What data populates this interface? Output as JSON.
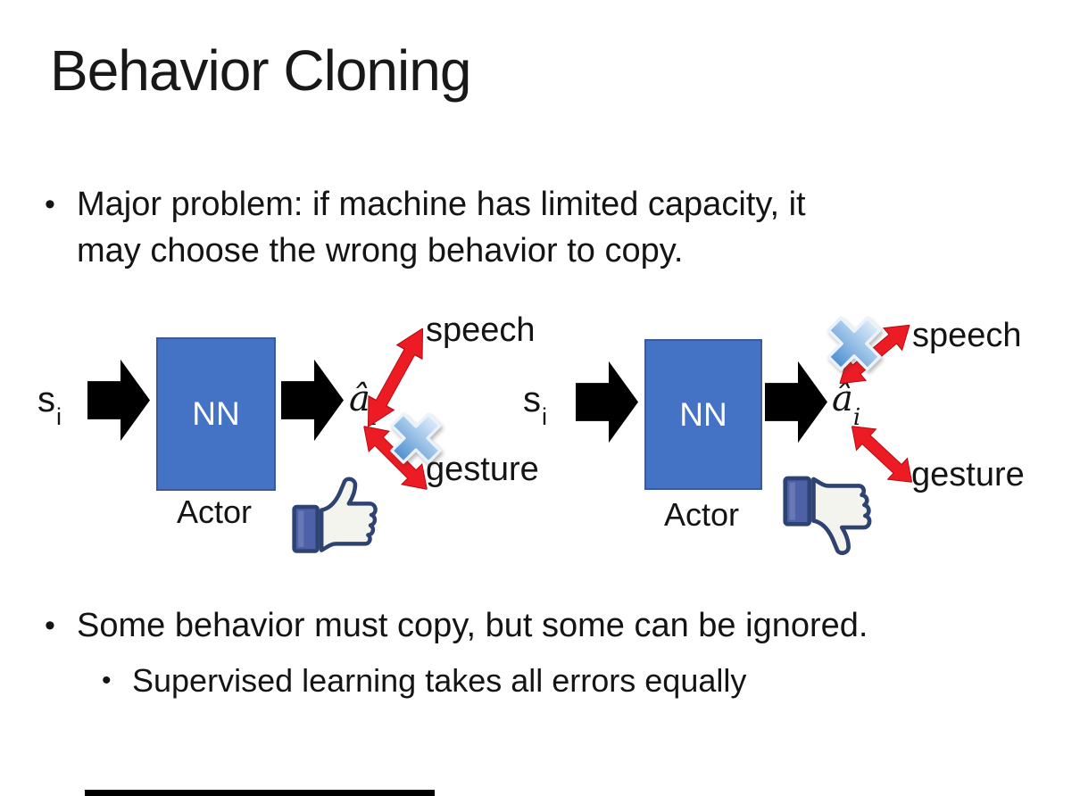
{
  "slide": {
    "title": "Behavior Cloning",
    "bullet_marker": "•",
    "bullet1": "Major problem: if machine has limited capacity, it\nmay choose the wrong behavior to copy.",
    "bullet2": "Some behavior must copy, but some can be ignored.",
    "sub_bullet": "Supervised learning takes all errors equally",
    "diagrams": {
      "left": {
        "input_base": "s",
        "input_sub": "i",
        "nn_label": "NN",
        "actor_label": "Actor",
        "output_base": "â",
        "output_sub": "i",
        "speech_label": "speech",
        "gesture_label": "gesture",
        "crossed_out": "gesture",
        "feedback_icon": "thumbs-up"
      },
      "right": {
        "input_base": "s",
        "input_sub": "i",
        "nn_label": "NN",
        "actor_label": "Actor",
        "output_base": "â",
        "output_sub": "i",
        "speech_label": "speech",
        "gesture_label": "gesture",
        "crossed_out": "speech",
        "feedback_icon": "thumbs-down"
      }
    },
    "colors": {
      "background": "#FFFFFF",
      "text": "#141414",
      "nn_box_fill": "#4472C4",
      "nn_box_border": "#3A5A9B",
      "nn_text": "#FFFFFF",
      "block_arrow": "#000000",
      "relation_arrow_red": "#ED1B23",
      "relation_arrow_edge": "#B00A10",
      "cross_blue_light": "#DDEBFA",
      "cross_blue_dark": "#4E8FD0",
      "thumb_outline": "#2E4372",
      "thumb_fill": "#F4F4EF",
      "thumb_cuff": "#4D61A6",
      "bottom_bar": "#000000"
    }
  }
}
